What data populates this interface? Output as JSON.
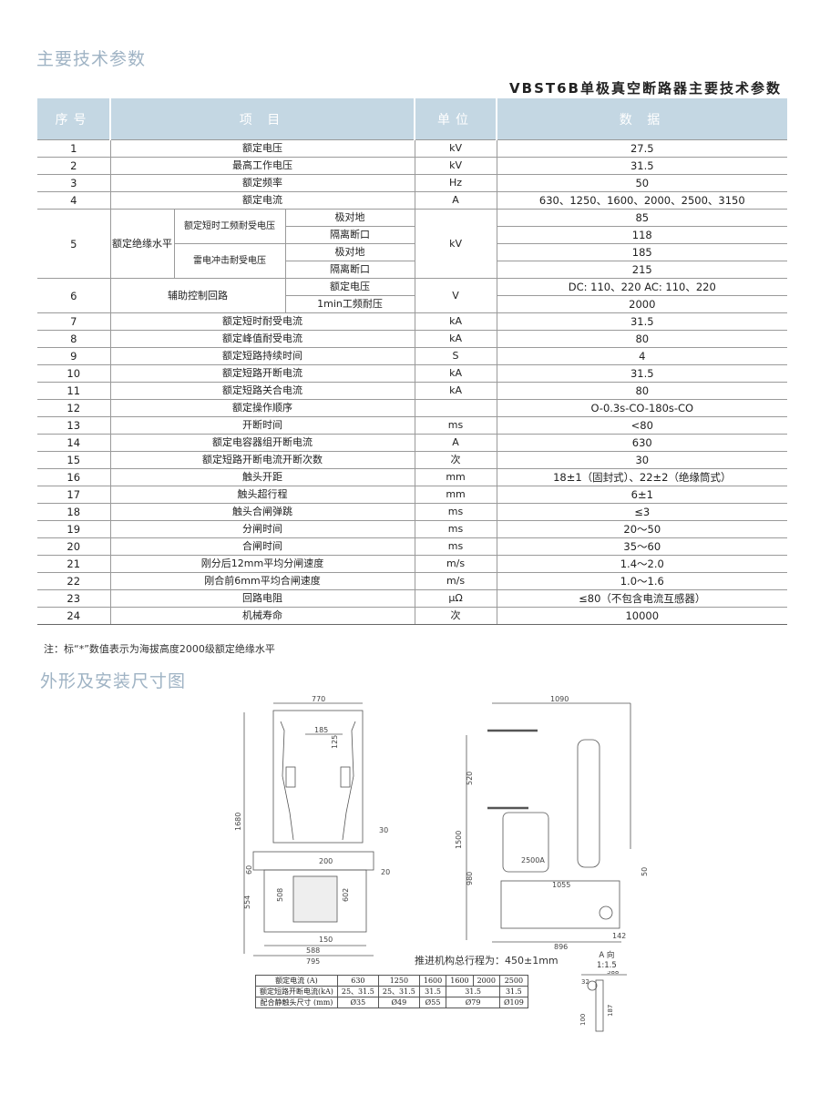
{
  "section1_title": "主要技术参数",
  "table_title": "VBST6B单极真空断路器主要技术参数",
  "headers": {
    "no": "序号",
    "item": "项 目",
    "unit": "单位",
    "data": "数 据"
  },
  "rows": {
    "r1": {
      "no": "1",
      "item": "额定电压",
      "unit": "kV",
      "value": "27.5"
    },
    "r2": {
      "no": "2",
      "item": "最高工作电压",
      "unit": "kV",
      "value": "31.5"
    },
    "r3": {
      "no": "3",
      "item": "额定频率",
      "unit": "Hz",
      "value": "50"
    },
    "r4": {
      "no": "4",
      "item": "额定电流",
      "unit": "A",
      "value": "630、1250、1600、2000、2500、3150"
    },
    "r5": {
      "no": "5",
      "group": "额定绝缘水平",
      "sub1": "额定短时工频耐受电压",
      "sub2": "雷电冲击耐受电压",
      "a": "极对地",
      "b": "隔离断口",
      "c": "极对地",
      "d": "隔离断口",
      "unit": "kV",
      "va": "85",
      "vb": "118",
      "vc": "185",
      "vd": "215"
    },
    "r6": {
      "no": "6",
      "item": "辅助控制回路",
      "a": "额定电压",
      "b": "1min工频耐压",
      "unit": "V",
      "va": "DC: 110、220 AC: 110、220",
      "vb": "2000"
    },
    "r7": {
      "no": "7",
      "item": "额定短时耐受电流",
      "unit": "kA",
      "value": "31.5"
    },
    "r8": {
      "no": "8",
      "item": "额定峰值耐受电流",
      "unit": "kA",
      "value": "80"
    },
    "r9": {
      "no": "9",
      "item": "额定短路持续时间",
      "unit": "S",
      "value": "4"
    },
    "r10": {
      "no": "10",
      "item": "额定短路开断电流",
      "unit": "kA",
      "value": "31.5"
    },
    "r11": {
      "no": "11",
      "item": "额定短路关合电流",
      "unit": "kA",
      "value": "80"
    },
    "r12": {
      "no": "12",
      "item": "额定操作顺序",
      "unit": "",
      "value": "O-0.3s-CO-180s-CO"
    },
    "r13": {
      "no": "13",
      "item": "开断时间",
      "unit": "ms",
      "value": "<80"
    },
    "r14": {
      "no": "14",
      "item": "额定电容器组开断电流",
      "unit": "A",
      "value": "630"
    },
    "r15": {
      "no": "15",
      "item": "额定短路开断电流开断次数",
      "unit": "次",
      "value": "30"
    },
    "r16": {
      "no": "16",
      "item": "触头开距",
      "unit": "mm",
      "value": "18±1（固封式）、22±2（绝缘筒式）"
    },
    "r17": {
      "no": "17",
      "item": "触头超行程",
      "unit": "mm",
      "value": "6±1"
    },
    "r18": {
      "no": "18",
      "item": "触头合闸弹跳",
      "unit": "ms",
      "value": "≤3"
    },
    "r19": {
      "no": "19",
      "item": "分闸时间",
      "unit": "ms",
      "value": "20～50"
    },
    "r20": {
      "no": "20",
      "item": "合闸时间",
      "unit": "ms",
      "value": "35～60"
    },
    "r21": {
      "no": "21",
      "item": "刚分后12mm平均分闸速度",
      "unit": "m/s",
      "value": "1.4～2.0"
    },
    "r22": {
      "no": "22",
      "item": "刚合前6mm平均合闸速度",
      "unit": "m/s",
      "value": "1.0～1.6"
    },
    "r23": {
      "no": "23",
      "item": "回路电阻",
      "unit": "μΩ",
      "value": "≤80（不包含电流互感器）"
    },
    "r24": {
      "no": "24",
      "item": "机械寿命",
      "unit": "次",
      "value": "10000"
    }
  },
  "note": "注：标“*”数值表示为海拔高度2000级额定绝缘水平",
  "section2_title": "外形及安装尺寸图",
  "drawing": {
    "d770": "770",
    "d185": "185",
    "d125": "125",
    "d1680": "1680",
    "d30": "30",
    "d200": "200",
    "d60": "60",
    "d20": "20",
    "d554": "554",
    "d508": "508",
    "d602": "602",
    "d150": "150",
    "d588": "588",
    "d795": "795",
    "d1090": "1090",
    "d520": "520",
    "d1500": "1500",
    "d980": "980",
    "d1055": "1055",
    "d50": "50",
    "d896": "896",
    "d142": "142",
    "d2500a": "2500A",
    "d100": "100",
    "d32": "32",
    "d187": "187",
    "d588b": "588"
  },
  "stroke_note": "推进机构总行程为：450±1mm",
  "dir_label": {
    "title": "A 向",
    "scale": "1:1.5"
  },
  "small_table": {
    "row1": [
      "额定电流 (A)",
      "630",
      "1250",
      "1600",
      "1600",
      "2000",
      "2500"
    ],
    "row2": [
      "额定短路开断电流(kA)",
      "25、31.5",
      "25、31.5",
      "31.5",
      "31.5",
      "31.5"
    ],
    "row3": [
      "配合静触头尺寸 (mm)",
      "Ø35",
      "Ø49",
      "Ø55",
      "Ø79",
      "Ø109"
    ]
  }
}
